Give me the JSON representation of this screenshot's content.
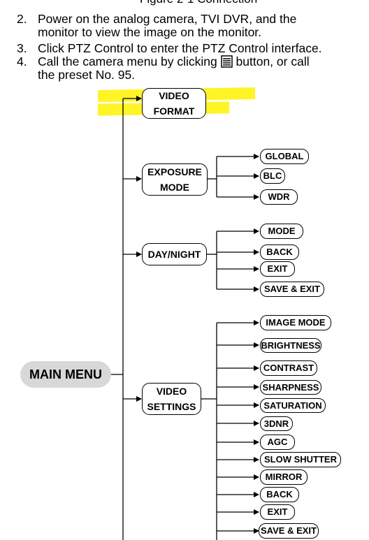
{
  "caption": "Figure 2-1 Connection",
  "steps": [
    {
      "num": "2.",
      "line1": "Power on the analog camera, TVI DVR, and the",
      "line2": "monitor to view the image on the monitor."
    },
    {
      "num": "3.",
      "line1": "Click PTZ Control to enter the PTZ Control interface."
    },
    {
      "num": "4.",
      "line1a": "Call the camera menu by clicking",
      "line1b": "button, or call",
      "line2": "the preset No. 95."
    }
  ],
  "diagram": {
    "root": "MAIN MENU",
    "video_format": {
      "line1": "VIDEO",
      "line2": "FORMAT"
    },
    "exposure_mode": {
      "line1": "EXPOSURE",
      "line2": "MODE",
      "children": [
        "GLOBAL",
        "BLC",
        "WDR"
      ]
    },
    "day_night": {
      "label": "DAY/NIGHT",
      "children": [
        "MODE",
        "BACK",
        "EXIT",
        "SAVE & EXIT"
      ]
    },
    "video_settings": {
      "line1": "VIDEO",
      "line2": "SETTINGS",
      "children": [
        "IMAGE MODE",
        "BRIGHTNESS",
        "CONTRAST",
        "SHARPNESS",
        "SATURATION",
        "3DNR",
        "AGC",
        "SLOW SHUTTER",
        "MIRROR",
        "BACK",
        "EXIT",
        "SAVE & EXIT"
      ]
    }
  },
  "highlight_color": "#fff200"
}
